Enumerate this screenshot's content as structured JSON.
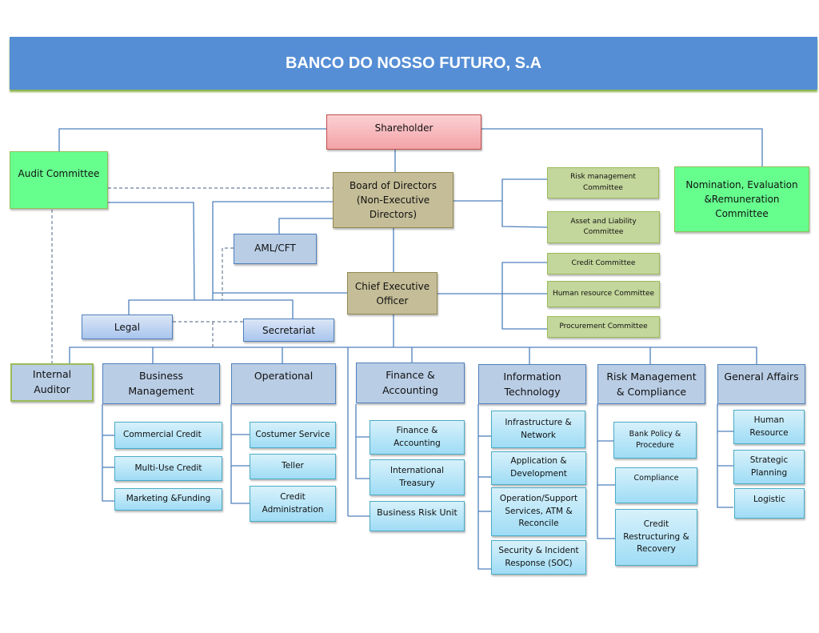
{
  "title": "BANCO DO NOSSO FUTURO, S.A",
  "colors": {
    "banner": "#558ed5",
    "shareholder": "#f3a3a8",
    "committee_green": "#66ff8e",
    "board_olive": "#c4bd97",
    "committee_lime": "#c3d69b",
    "department": "#b9cde5",
    "sub_unit": "#9fdcf5",
    "connector": "#4f81bd"
  },
  "governance": {
    "shareholder": "Shareholder",
    "audit_committee": "Audit Committee",
    "nomination_committee": "Nomination, Evaluation\n&Remuneration\nCommittee",
    "board": "Board of Directors\n(Non-Executive\nDirectors)",
    "aml_cft": "AML/CFT",
    "ceo": "Chief Executive\nOfficer",
    "legal": "Legal",
    "secretariat": "Secretariat",
    "board_committees": [
      "Risk management\nCommittee",
      "Asset and Liability\nCommittee"
    ],
    "ceo_committees": [
      "Credit Committee",
      "Human resource Committee",
      "Procurement Committee"
    ]
  },
  "internal_auditor": "Internal\nAuditor",
  "departments": [
    {
      "name": "Business\nManagement",
      "units": [
        "Commercial Credit",
        "Multi-Use Credit",
        "Marketing &Funding"
      ]
    },
    {
      "name": "Operational",
      "units": [
        "Costumer Service",
        "Teller",
        "Credit\nAdministration"
      ]
    },
    {
      "name": "Finance &\nAccounting",
      "units": [
        "Finance &\nAccounting",
        "International\nTreasury",
        "Business Risk Unit"
      ]
    },
    {
      "name": "Information\nTechnology",
      "units": [
        "Infrastructure &\nNetwork",
        "Application &\nDevelopment",
        "Operation/Support\nServices, ATM &\nReconcile",
        "Security & Incident\nResponse (SOC)"
      ]
    },
    {
      "name": "Risk Management\n& Compliance",
      "units": [
        "Bank Policy &\nProcedure",
        "Compliance",
        "Credit\nRestructuring &\nRecovery"
      ]
    },
    {
      "name": "General Affairs",
      "units": [
        "Human\nResource",
        "Strategic\nPlanning",
        "Logistic"
      ]
    }
  ]
}
